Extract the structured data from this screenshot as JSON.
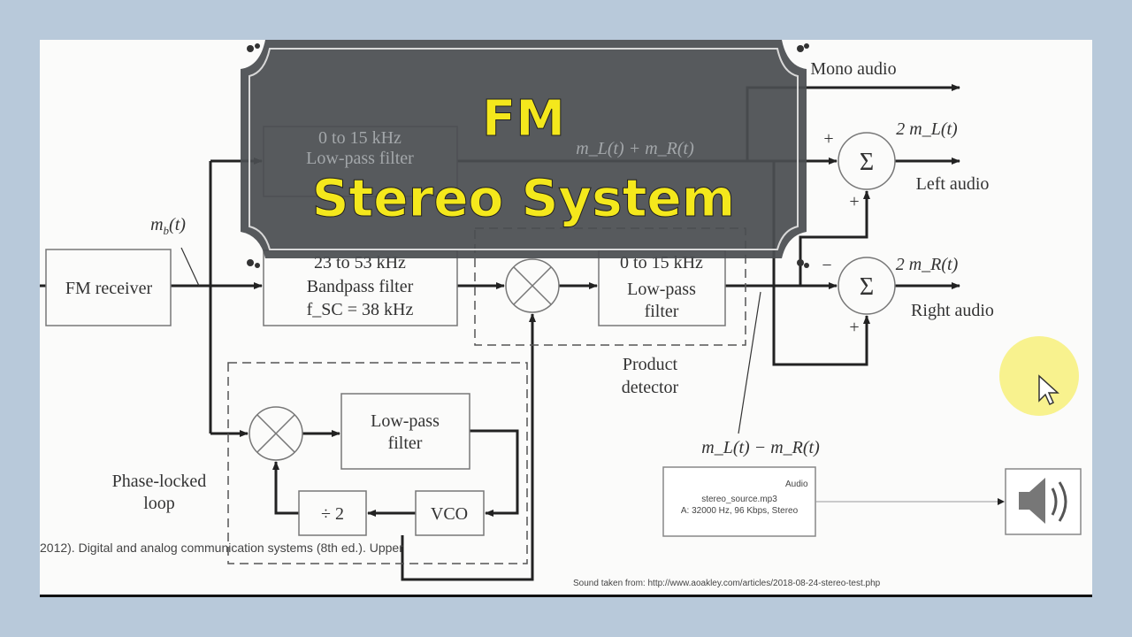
{
  "title": {
    "line1": "FM",
    "line2": "Stereo System"
  },
  "diagram": {
    "fm_receiver": "FM receiver",
    "input_signal": "m",
    "input_signal_sub": "b",
    "input_signal_arg": "(t)",
    "lpf_top": {
      "line1": "0 to 15 kHz",
      "line2": "Low-pass filter"
    },
    "sum_label": "m_L(t) + m_R(t)",
    "bandpass": {
      "line1": "23 to 53 kHz",
      "line2": "Bandpass filter",
      "line3": "f_SC = 38 kHz"
    },
    "lpf_mid": {
      "line1": "0 to 15 kHz",
      "line2": "Low-pass",
      "line3": "filter"
    },
    "product_detector": {
      "line1": "Product",
      "line2": "detector"
    },
    "diff_label": "m_L(t) − m_R(t)",
    "pll": {
      "lpf_line1": "Low-pass",
      "lpf_line2": "filter",
      "vco": "VCO",
      "divider": "÷ 2",
      "label1": "Phase-locked",
      "label2": "loop"
    },
    "mono_audio": "Mono audio",
    "left_out": "2 m_L(t)",
    "left_audio": "Left audio",
    "right_out": "2 m_R(t)",
    "right_audio": "Right audio",
    "sigma": "Σ",
    "plus": "+",
    "minus": "−"
  },
  "citation": "2012). Digital and analog communication systems (8th ed.). Upper",
  "simulink": {
    "source_name": "stereo_source.mp3",
    "source_info": "A: 32000 Hz, 96 Kbps, Stereo",
    "port_label": "Audio",
    "speaker_icon": "speaker-icon"
  },
  "sound_credit": "Sound taken from: http://www.aoakley.com/articles/2018-08-24-stereo-test.php",
  "colors": {
    "title_text": "#f4e81c",
    "title_panel": "#4a4e51",
    "background": "#b8c9da",
    "cursor_highlight": "#f7f07a"
  }
}
